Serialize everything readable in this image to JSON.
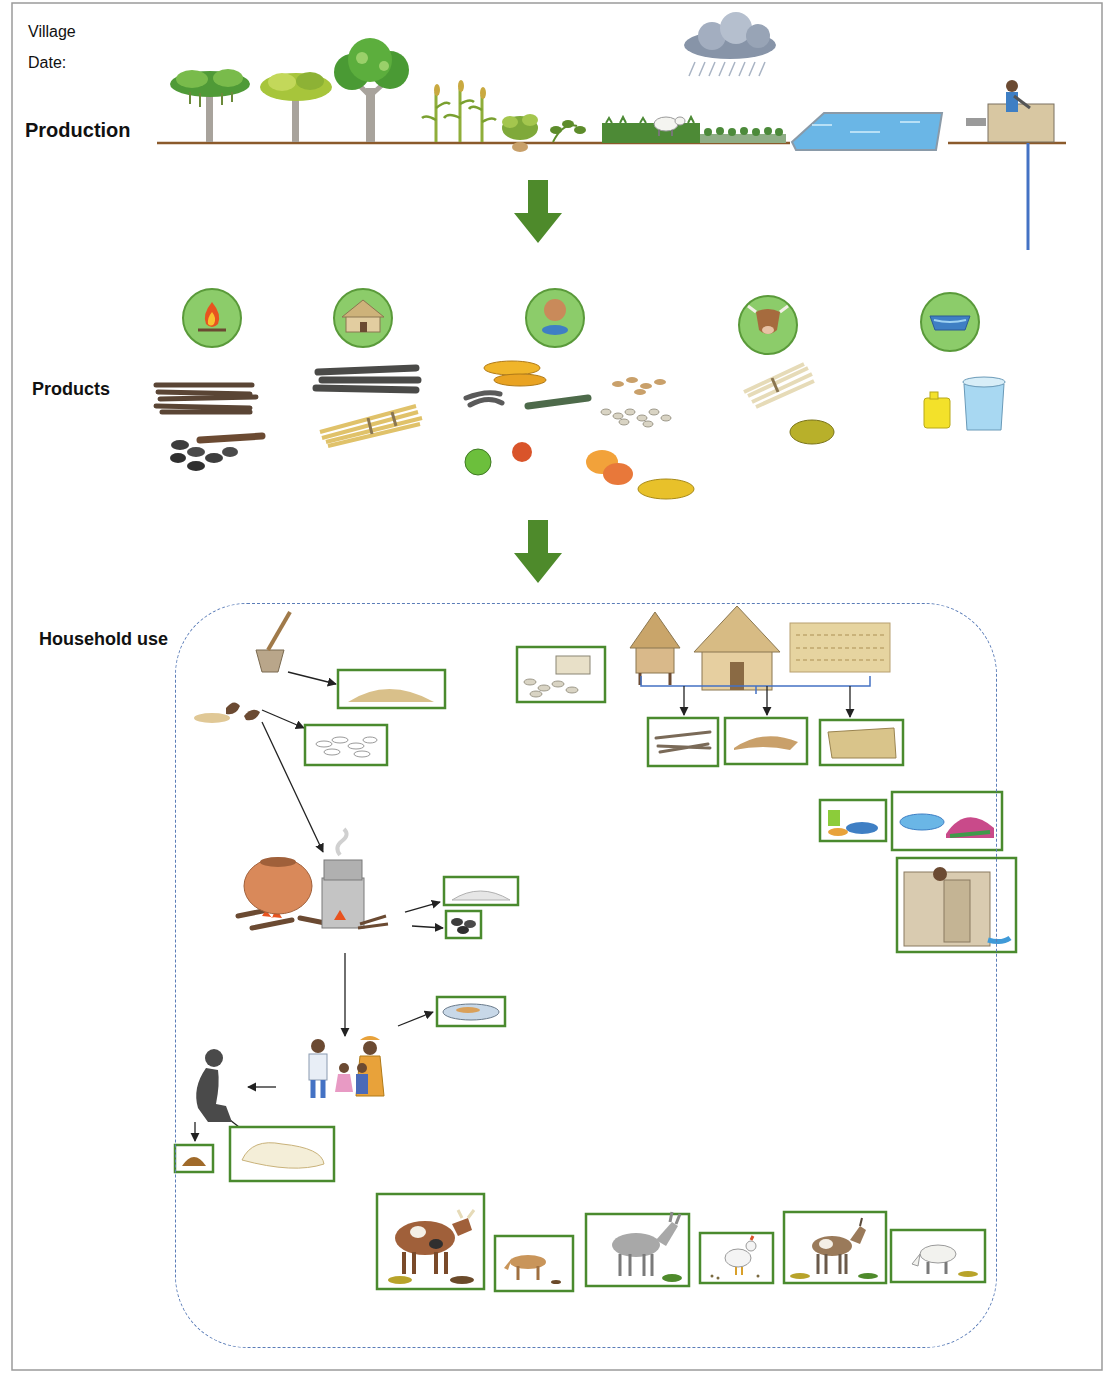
{
  "diagram": {
    "nodes": [
      {
        "text": [
          "Household use"
        ]
      }
    ],
    "labels": [
      "Village",
      "Date:",
      "Production",
      "Products"
    ]
  }
}
